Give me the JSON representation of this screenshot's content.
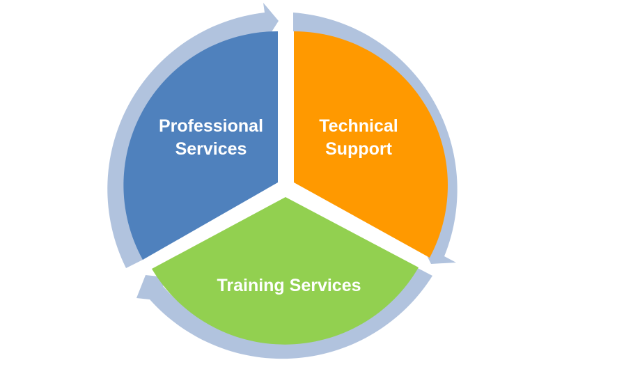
{
  "diagram": {
    "type": "cycle",
    "segments": [
      {
        "id": "professional",
        "line1": "Professional",
        "line2": "Services",
        "color": "#4f81bd"
      },
      {
        "id": "technical",
        "line1": "Technical",
        "line2": "Support",
        "color": "#ff9900"
      },
      {
        "id": "training",
        "line1": "Training Services",
        "line2": "",
        "color": "#92d050"
      }
    ],
    "arrow_color": "#b1c3de",
    "flow": "clockwise"
  }
}
